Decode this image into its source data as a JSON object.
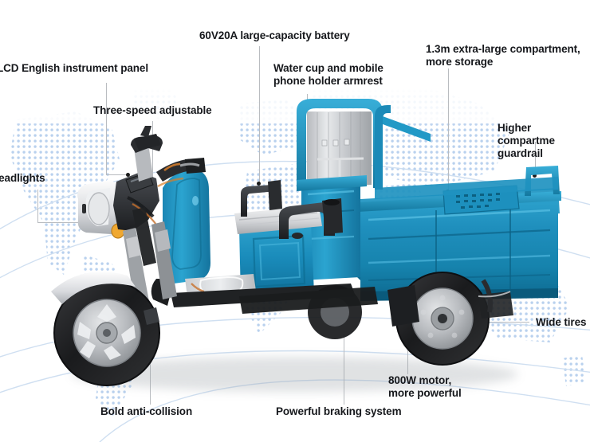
{
  "graphic": {
    "type": "product-infographic",
    "subject": "electric cargo tricycle",
    "body_color": "#1a8fc1",
    "body_color_dark": "#116e96",
    "accent_text_color": "#16181c",
    "leader_color": "#b9bcc0",
    "background_color": "#ffffff",
    "map_dot_color": "#bcd3ef",
    "arc_color": "#cfe0f2"
  },
  "callouts": [
    {
      "id": "lcd-panel",
      "label": "LCD English instrument panel"
    },
    {
      "id": "three-speed",
      "label": "Three-speed adjustable"
    },
    {
      "id": "headlights",
      "label": "headlights"
    },
    {
      "id": "battery",
      "label": "60V20A large-capacity battery"
    },
    {
      "id": "cup-holder",
      "label": "Water cup and mobile\nphone holder armrest"
    },
    {
      "id": "compartment",
      "label": "1.3m extra-large compartment,\nmore storage"
    },
    {
      "id": "guardrail",
      "label": "Higher compartme\nguardrail"
    },
    {
      "id": "wide-tires",
      "label": "Wide tires"
    },
    {
      "id": "motor",
      "label": "800W motor,\nmore powerful"
    },
    {
      "id": "braking",
      "label": "Powerful braking system"
    },
    {
      "id": "anti-collision",
      "label": "Bold anti-collision"
    }
  ]
}
